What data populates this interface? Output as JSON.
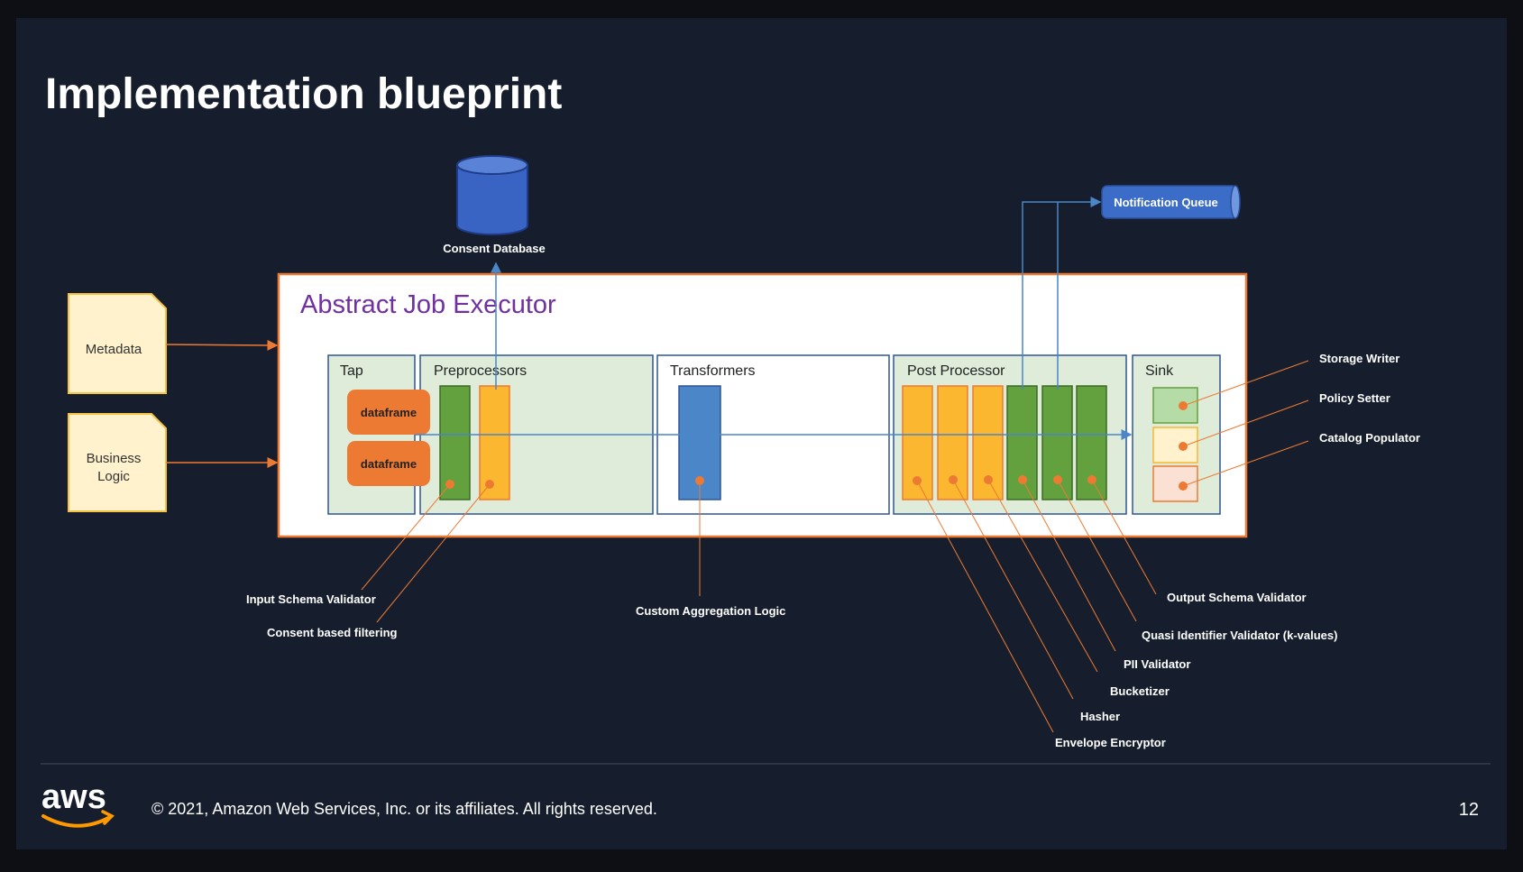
{
  "slide": {
    "title": "Implementation blueprint",
    "footer_text": "© 2021, Amazon Web Services, Inc. or its affiliates. All rights reserved.",
    "page_number": "12",
    "logo_text": "aws"
  },
  "diagram": {
    "executor_title": "Abstract Job Executor",
    "inputs": [
      "Metadata",
      "Business",
      "Logic"
    ],
    "database_label": "Consent Database",
    "queue_label": "Notification Queue",
    "stages": {
      "tap": "Tap",
      "preprocessors": "Preprocessors",
      "transformers": "Transformers",
      "post_processor": "Post Processor",
      "sink": "Sink"
    },
    "dataframe_label": "dataframe",
    "callouts": {
      "input_schema_validator": "Input Schema Validator",
      "consent_filtering": "Consent based filtering",
      "custom_aggregation": "Custom Aggregation Logic",
      "output_schema_validator": "Output Schema Validator",
      "quasi_identifier": "Quasi Identifier Validator (k-values)",
      "pii_validator": "PII Validator",
      "bucketizer": "Bucketizer",
      "hasher": "Hasher",
      "envelope_encryptor": "Envelope Encryptor",
      "storage_writer": "Storage Writer",
      "policy_setter": "Policy Setter",
      "catalog_populator": "Catalog Populator"
    },
    "colors": {
      "background": "#0d0f14",
      "slide": "#161e2d",
      "green": "#62a13e",
      "yellow": "#fbb72f",
      "orange": "#ed7a33",
      "blue": "#4a86c8",
      "stage_fill": "#deecd9",
      "stage_border": "#2f5597",
      "executor_title": "#7030a0",
      "note_fill": "#fff2cc",
      "note_border": "#f6c244"
    }
  }
}
